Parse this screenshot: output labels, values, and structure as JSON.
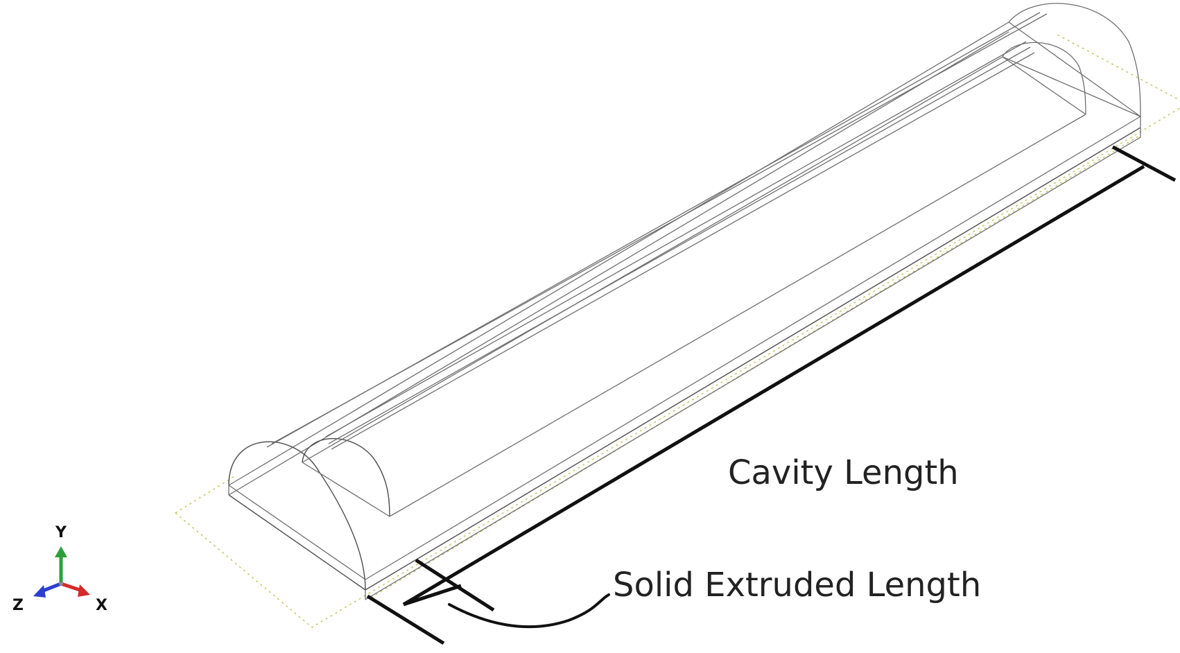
{
  "annotations": {
    "cavity_length": "Cavity Length",
    "solid_extruded_length": "Solid Extruded Length"
  },
  "triad": {
    "y_label": "Y",
    "z_label": "Z",
    "x_label": "X",
    "y_color": "#2e9e3a",
    "z_color": "#2a3fcf",
    "x_color": "#d42a2a"
  },
  "colors": {
    "wireframe": "#6e6e6e",
    "bounding_outline": "#c8c86a",
    "dimension_lines": "#111111"
  }
}
